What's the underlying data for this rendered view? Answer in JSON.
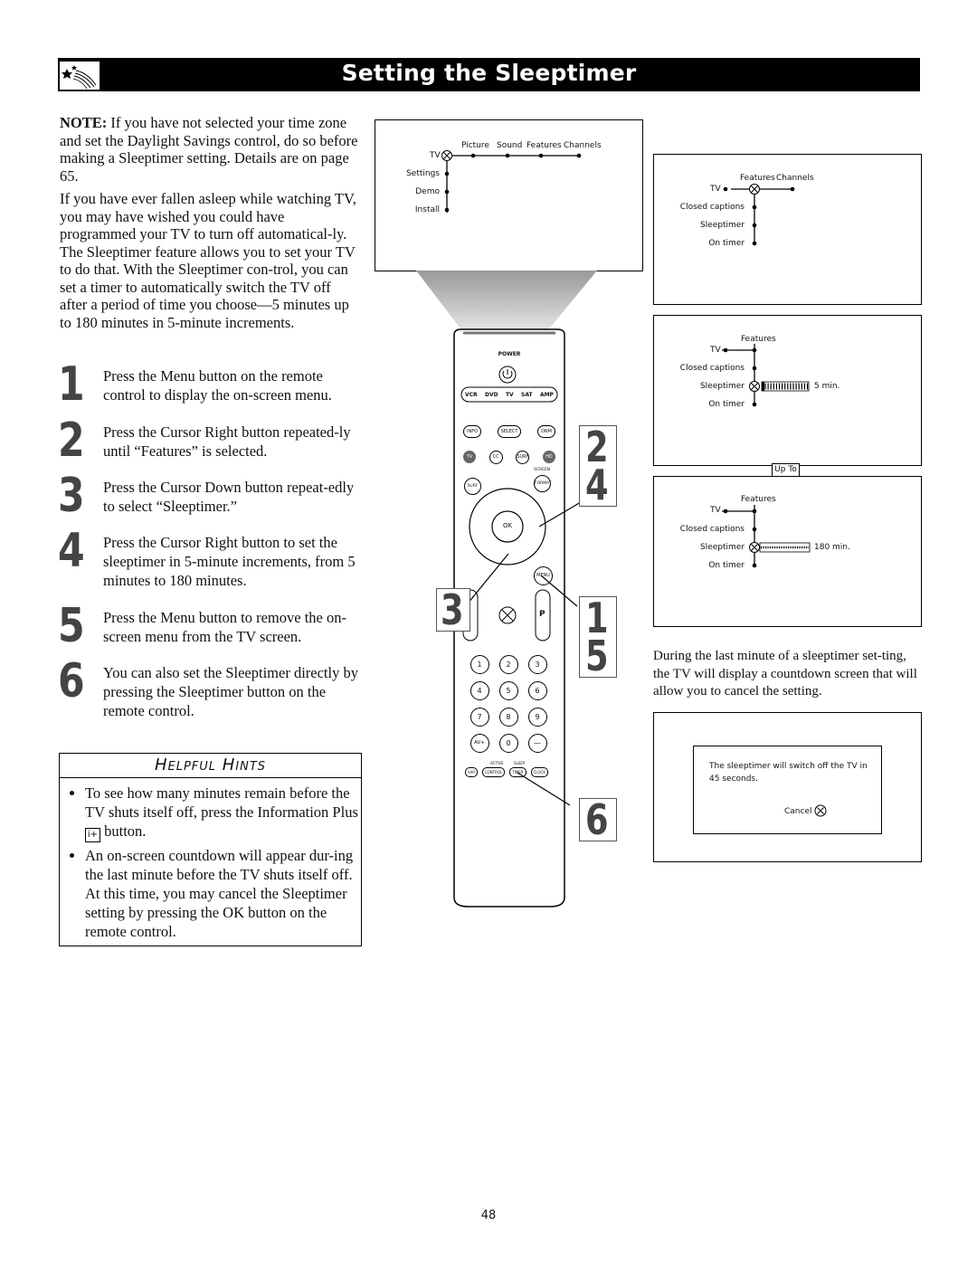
{
  "header": {
    "title": "Setting the Sleeptimer",
    "logo_icon": "shooting-stars-icon"
  },
  "intro": {
    "note_label": "NOTE:",
    "note_text": " If you have not selected your time zone and set the Daylight Savings control, do so before making a Sleeptimer setting. Details are on page 65.",
    "paragraph": "If you have ever fallen asleep while watching TV, you may have wished you could have programmed your TV to turn off automatical-ly. The Sleeptimer feature allows you to set your TV to do that. With the Sleeptimer con-trol, you can set a timer to automatically switch the TV off after a period of time you choose—5 minutes up to 180 minutes in 5-minute increments."
  },
  "steps": [
    {
      "num": "1",
      "text": "Press the Menu button on the remote control to display the on-screen menu."
    },
    {
      "num": "2",
      "text": "Press the Cursor Right button repeated-ly until “Features” is selected."
    },
    {
      "num": "3",
      "text": "Press the Cursor Down button repeat-edly to select “Sleeptimer.”"
    },
    {
      "num": "4",
      "text": "Press the Cursor Right button to set the sleeptimer in 5-minute increments, from 5 minutes to 180 minutes."
    },
    {
      "num": "5",
      "text": "Press the Menu button to remove the on-screen menu from the TV screen."
    },
    {
      "num": "6",
      "text": "You can also set the Sleeptimer directly by pressing the Sleeptimer button on the remote control."
    }
  ],
  "hints": {
    "title": "Helpful Hints",
    "items": [
      {
        "before": "To see how many minutes remain before the TV shuts itself off, press the Information Plus ",
        "icon_text": "i+",
        "after": " button."
      },
      {
        "text": "An on-screen countdown will appear dur-ing the last minute before the TV shuts itself off. At this time, you may cancel the Sleeptimer setting by pressing the OK button on the remote control."
      }
    ]
  },
  "screen_main": {
    "tabs": [
      "Picture",
      "Sound",
      "Features",
      "Channels"
    ],
    "tv": "TV",
    "items": [
      "Settings",
      "Demo",
      "Install"
    ]
  },
  "screen_features": {
    "tabs": [
      "Features",
      "Channels"
    ],
    "tv": "TV",
    "items": [
      "Closed  captions",
      "Sleeptimer",
      "On  timer"
    ]
  },
  "screen_5min": {
    "header": "Features",
    "tv": "TV",
    "items": [
      "Closed  captions",
      "Sleeptimer",
      "On  timer"
    ],
    "value": "5  min.",
    "slider_fraction": 0.03
  },
  "upto_label": "Up  To",
  "screen_180min": {
    "header": "Features",
    "tv": "TV",
    "items": [
      "Closed  captions",
      "Sleeptimer",
      "On  timer"
    ],
    "value": "180  min.",
    "slider_fraction": 1.0
  },
  "countdown_caption": "During the last minute of a sleeptimer set-ting, the TV will display a countdown screen that will allow you to cancel the setting.",
  "countdown": {
    "message": "The  sleeptimer  will  switch  off  the  TV  in  45 seconds.",
    "cancel": "Cancel"
  },
  "remote": {
    "power": "POWER",
    "sources": [
      "VCR",
      "DVD",
      "TV",
      "SAT",
      "AMP"
    ],
    "row1": [
      "INFO",
      "SELECT",
      "DNM"
    ],
    "row2": [
      "TV",
      "CC",
      "SURF",
      "HD"
    ],
    "screen_label": "SCREEN",
    "surf": "SURF",
    "format": "FORMAT",
    "ok": "OK",
    "menu": "MENU",
    "p": "P",
    "digits": [
      "1",
      "2",
      "3",
      "4",
      "5",
      "6",
      "7",
      "8",
      "9",
      "AV+",
      "0",
      "—"
    ],
    "active_label": "ACTIVE",
    "sleep_label": "SLEEP",
    "bottom": [
      "SAP",
      "CONTROL",
      "TIMER",
      "CLOCK"
    ]
  },
  "callouts": [
    "2",
    "4",
    "3",
    "1",
    "5",
    "6"
  ],
  "page_number": "48"
}
